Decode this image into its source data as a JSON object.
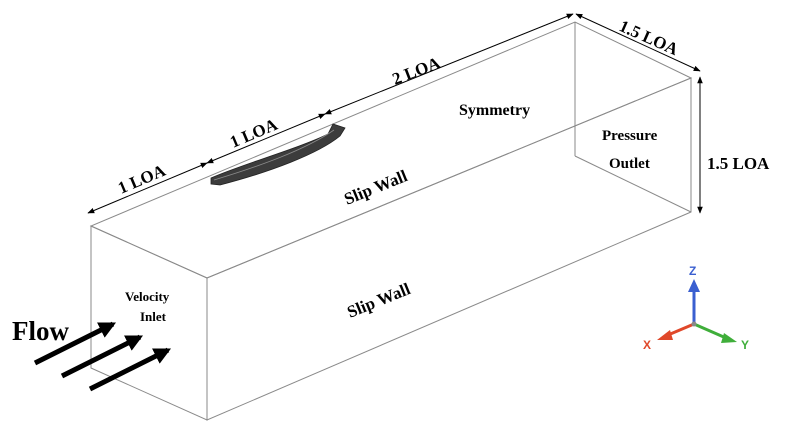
{
  "dimensions": {
    "inlet_to_hull": "1 LOA",
    "hull_length": "1 LOA",
    "hull_to_outlet": "2 LOA",
    "width": "1.5 LOA",
    "height": "1.5 LOA"
  },
  "boundaries": {
    "top": "Symmetry",
    "top_side": "Slip Wall",
    "front_side": "Slip Wall",
    "outlet_line1": "Pressure",
    "outlet_line2": "Outlet",
    "inlet_line1": "Velocity",
    "inlet_line2": "Inlet"
  },
  "flow": {
    "label": "Flow"
  },
  "axes": {
    "z": {
      "label": "Z",
      "color": "#3a5fd0"
    },
    "x": {
      "label": "X",
      "color": "#e0482a"
    },
    "y": {
      "label": "Y",
      "color": "#3fae3a"
    }
  },
  "colors": {
    "hull": "#3c3c3c",
    "domain_edges": "#8a8a8a"
  }
}
